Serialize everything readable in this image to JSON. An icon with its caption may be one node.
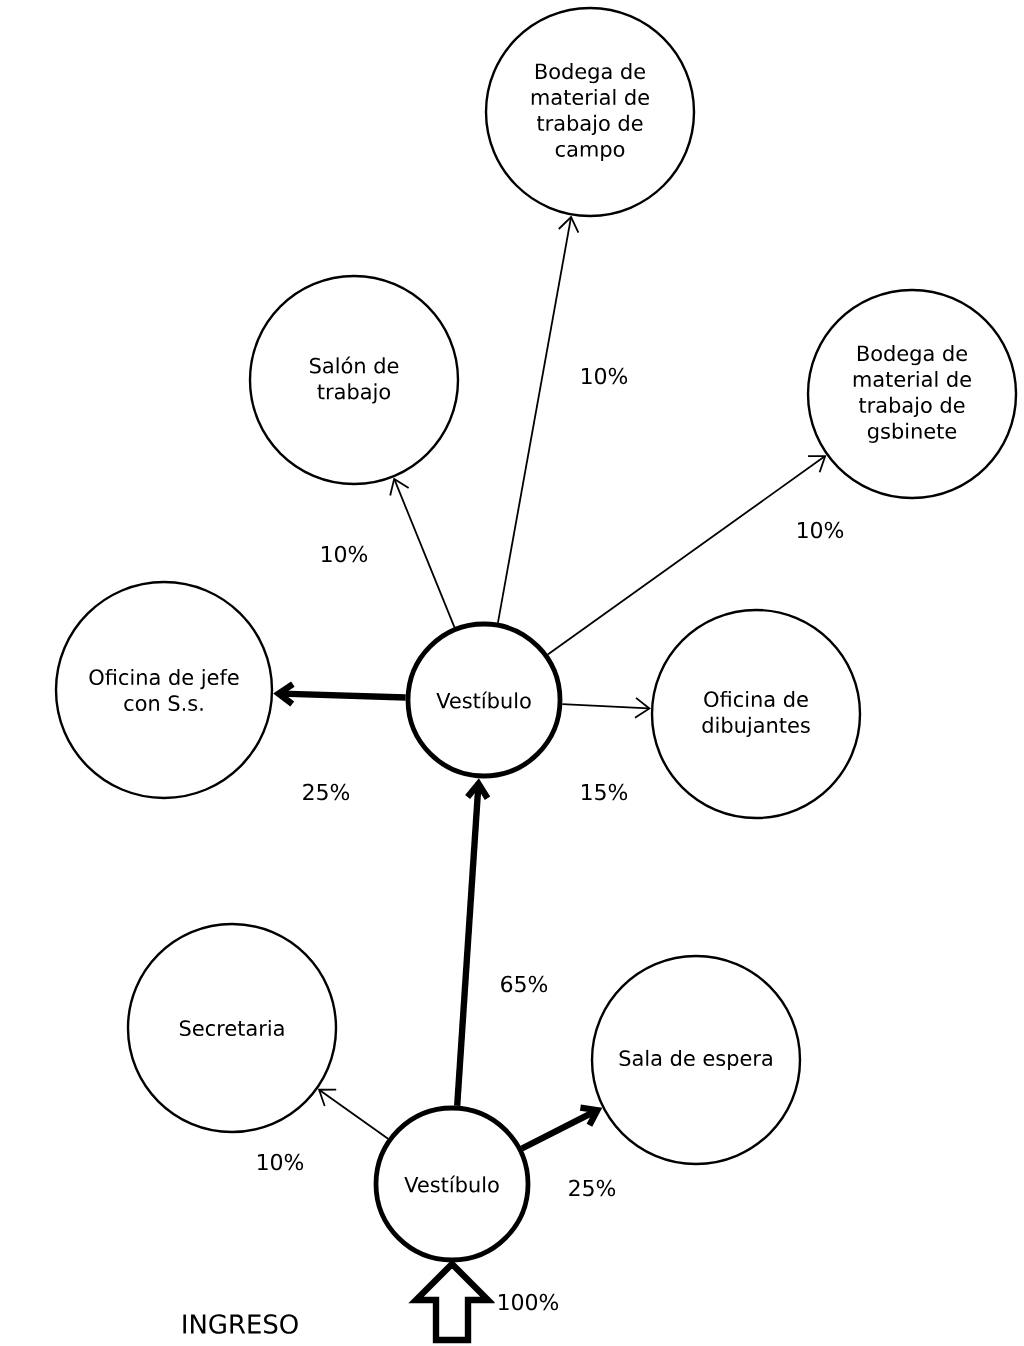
{
  "diagram": {
    "nodes": [
      {
        "text": [
          "Bodega de material de trabajo de campo"
        ]
      },
      {
        "text": [
          "Salón de trabajo"
        ]
      },
      {
        "text": [
          "Bodega de material de trabajo de gsbinete"
        ]
      },
      {
        "text": [
          "Oficina de jefe con S.s."
        ]
      },
      {
        "text": [
          "Vestíbulo"
        ]
      },
      {
        "text": [
          "Oficina de dibujantes"
        ]
      },
      {
        "text": [
          "Secretaria"
        ]
      },
      {
        "text": [
          "Sala de espera"
        ]
      },
      {
        "text": [
          "Vestíbulo"
        ]
      }
    ],
    "edges": [
      {
        "from": 4,
        "to": 1,
        "arrow": "to",
        "label": "10%"
      },
      {
        "from": 4,
        "to": 0,
        "arrow": "to",
        "label": "10%"
      },
      {
        "from": 4,
        "to": 2,
        "arrow": "to",
        "label": "10%"
      },
      {
        "from": 4,
        "to": 3,
        "arrow": "to",
        "label": "25%",
        "style": "thick"
      },
      {
        "from": 4,
        "to": 5,
        "arrow": "to",
        "label": "15%"
      },
      {
        "from": 8,
        "to": 4,
        "arrow": "to",
        "label": "65%",
        "style": "thick"
      },
      {
        "from": 8,
        "to": 6,
        "arrow": "to",
        "label": "10%"
      },
      {
        "from": 8,
        "to": 7,
        "arrow": "to",
        "label": "25%",
        "style": "thick"
      },
      {
        "from": null,
        "to": 8,
        "arrow": "to",
        "label": "100%",
        "style": "thick"
      }
    ],
    "labels": [
      "INGRESO"
    ]
  }
}
